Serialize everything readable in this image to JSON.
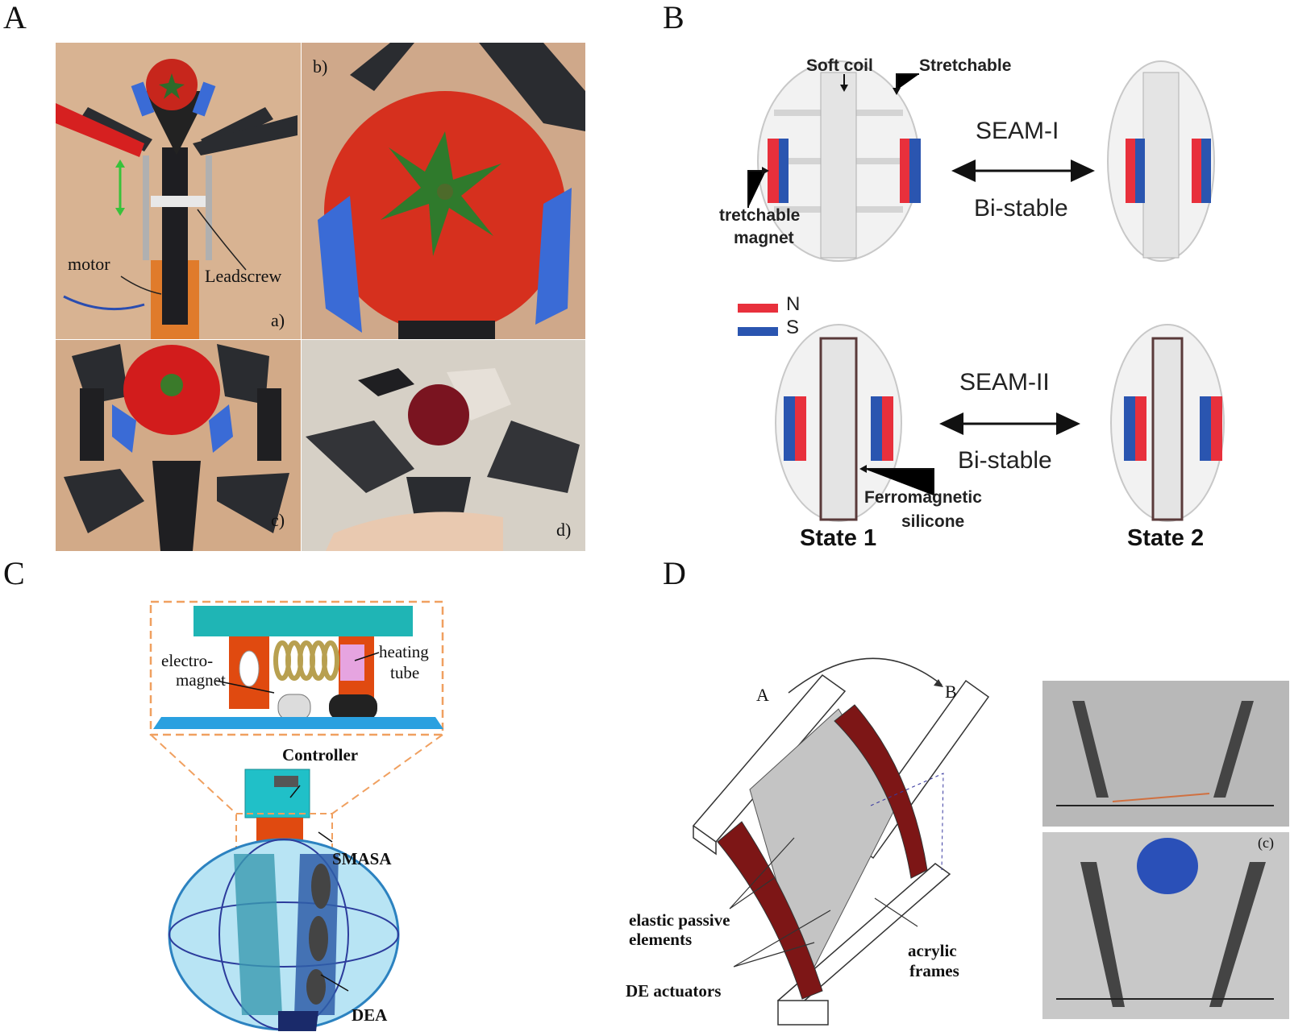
{
  "panels": {
    "A": {
      "letter": "A",
      "sublabels": [
        "a)",
        "b)",
        "c)",
        "d)"
      ],
      "annotations": {
        "motor": "motor",
        "leadscrew": "Leadscrew"
      }
    },
    "B": {
      "letter": "B",
      "soft_coil": "Soft coil",
      "stretchable": "Stretchable",
      "tretchable": "tretchable",
      "magnet": "magnet",
      "seam1": "SEAM-I",
      "seam2": "SEAM-II",
      "bistable": "Bi-stable",
      "legend_n": "N",
      "legend_s": "S",
      "ferromagnetic": "Ferromagnetic",
      "silicone": "silicone",
      "state1": "State 1",
      "state2": "State 2",
      "colors": {
        "north": "#e8303c",
        "south": "#2a55b0"
      }
    },
    "C": {
      "letter": "C",
      "electro": "electro-",
      "magnet": "magnet",
      "heating": "heating",
      "tube": "tube",
      "controller": "Controller",
      "smasa": "SMASA",
      "dea": "DEA"
    },
    "D": {
      "letter": "D",
      "label_a": "A",
      "label_b": "B",
      "elastic1": "elastic passive",
      "elastic2": "elements",
      "de_actuators": "DE actuators",
      "acrylic1": "acrylic",
      "acrylic2": "frames",
      "photo_label": "(c)"
    }
  }
}
